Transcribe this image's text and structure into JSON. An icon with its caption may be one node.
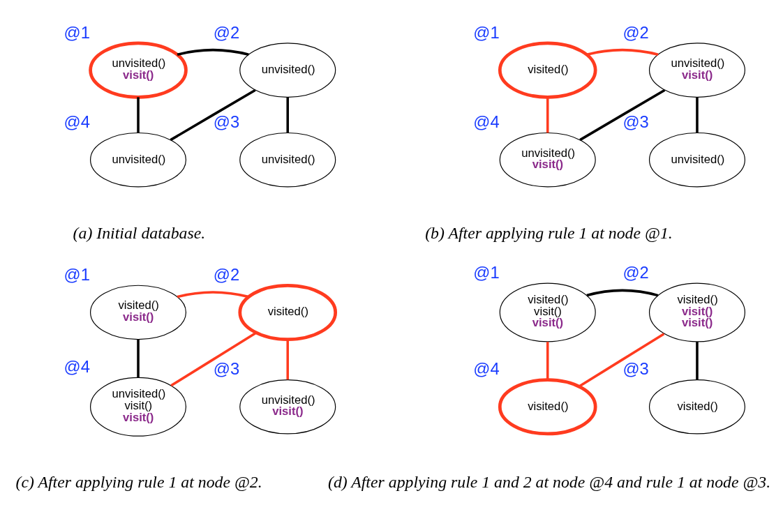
{
  "diagram": {
    "nodes": [
      {
        "text": [
          "unvisited()",
          "visit()"
        ],
        "beside": [
          "@1"
        ]
      },
      {
        "text": [
          "unvisited()"
        ],
        "beside": [
          "@2"
        ]
      },
      {
        "text": [
          "unvisited()"
        ],
        "beside": [
          "@4"
        ]
      },
      {
        "text": [
          "unvisited()"
        ],
        "beside": [
          "@3"
        ]
      },
      {
        "text": [
          "visited()"
        ],
        "beside": [
          "@1"
        ]
      },
      {
        "text": [
          "unvisited()",
          "visit()"
        ],
        "beside": [
          "@2"
        ]
      },
      {
        "text": [
          "unvisited()",
          "visit()"
        ],
        "beside": [
          "@4"
        ]
      },
      {
        "text": [
          "unvisited()"
        ],
        "beside": [
          "@3"
        ]
      },
      {
        "text": [
          "visited()",
          "visit()"
        ],
        "beside": [
          "@1"
        ]
      },
      {
        "text": [
          "visited()"
        ],
        "beside": [
          "@2"
        ]
      },
      {
        "text": [
          "unvisited()",
          "visit()",
          "visit()"
        ],
        "beside": [
          "@4"
        ]
      },
      {
        "text": [
          "unvisited()",
          "visit()"
        ],
        "beside": [
          "@3"
        ]
      },
      {
        "text": [
          "visited()",
          "visit()",
          "visit()"
        ],
        "beside": [
          "@1"
        ]
      },
      {
        "text": [
          "visited()",
          "visit()",
          "visit()"
        ],
        "beside": [
          "@2"
        ]
      },
      {
        "text": [
          "visited()"
        ],
        "beside": [
          "@4"
        ]
      },
      {
        "text": [
          "visited()"
        ],
        "beside": [
          "@3"
        ]
      }
    ],
    "edges": [
      {
        "from": 0,
        "to": 1,
        "arrow": "none"
      },
      {
        "from": 0,
        "to": 2,
        "arrow": "none"
      },
      {
        "from": 1,
        "to": 2,
        "arrow": "none"
      },
      {
        "from": 1,
        "to": 3,
        "arrow": "none"
      },
      {
        "from": 4,
        "to": 5,
        "arrow": "none",
        "color": "#ff3b1f"
      },
      {
        "from": 4,
        "to": 6,
        "arrow": "none",
        "color": "#ff3b1f"
      },
      {
        "from": 5,
        "to": 6,
        "arrow": "none"
      },
      {
        "from": 5,
        "to": 7,
        "arrow": "none"
      },
      {
        "from": 8,
        "to": 9,
        "arrow": "none",
        "color": "#ff3b1f"
      },
      {
        "from": 8,
        "to": 10,
        "arrow": "none"
      },
      {
        "from": 9,
        "to": 10,
        "arrow": "none",
        "color": "#ff3b1f"
      },
      {
        "from": 9,
        "to": 11,
        "arrow": "none",
        "color": "#ff3b1f"
      },
      {
        "from": 12,
        "to": 13,
        "arrow": "none"
      },
      {
        "from": 12,
        "to": 14,
        "arrow": "none",
        "color": "#ff3b1f"
      },
      {
        "from": 13,
        "to": 14,
        "arrow": "none",
        "color": "#ff3b1f"
      },
      {
        "from": 13,
        "to": 15,
        "arrow": "none"
      }
    ],
    "labels": [
      "(a) Initial database.",
      "(b) After applying rule 1 at node @1.",
      "(c) After applying rule 1 at node @2.",
      "(d) After applying rule 1 and 2 at node @4 and rule 1 at node @3."
    ]
  }
}
